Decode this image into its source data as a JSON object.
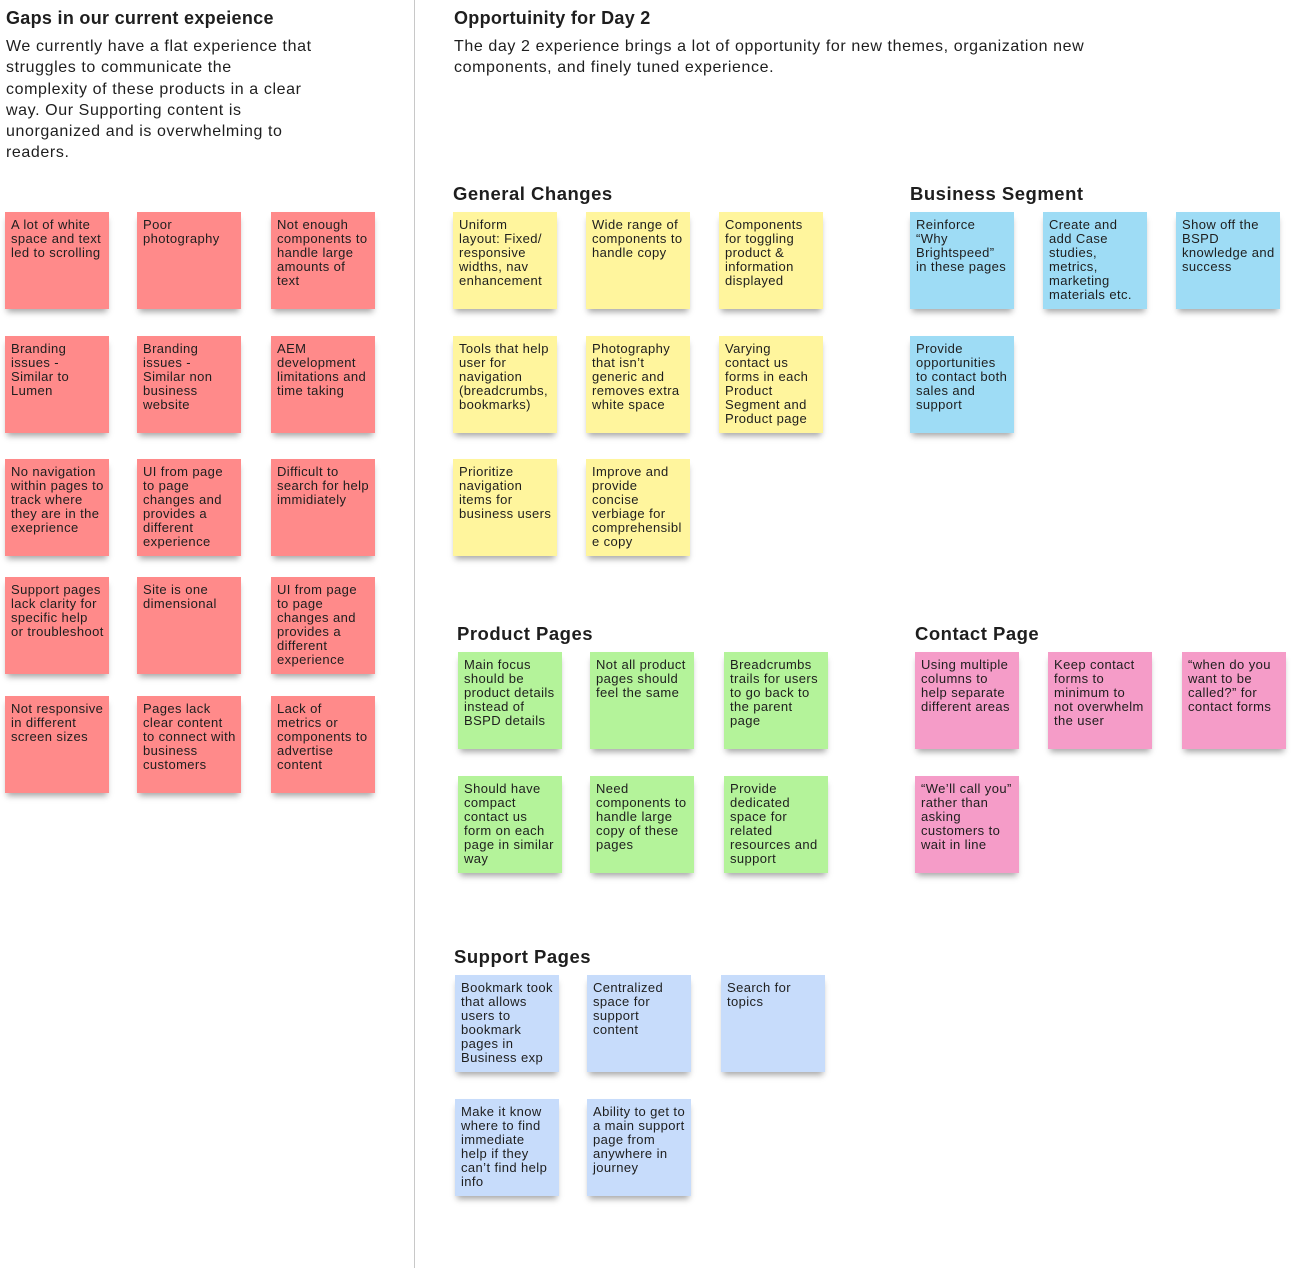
{
  "colors": {
    "red": "#ff8a8a",
    "yellow": "#fff59d",
    "cyan": "#9edcf5",
    "green": "#b4f39a",
    "pink": "#f59cc8",
    "blue": "#c7dcfb"
  },
  "left_panel": {
    "title": "Gaps in our current expeience",
    "body": "We currently have a flat experience that struggles to communicate the complexity of these products in a clear way. Our Supporting content is unorganized and is overwhelming to readers.",
    "notes": [
      "A lot of white space and text led to scrolling",
      "Poor photography",
      "Not enough components to handle large amounts of text",
      "Branding issues - Similar to Lumen",
      "Branding issues - Similar non business website",
      "AEM development limitations and time taking",
      "No navigation within pages to track where they are in the exeprience",
      "UI from page to page changes and provides a different experience",
      "Difficult to search for help immidiately",
      "Support pages lack clarity for specific help or troubleshoot",
      "Site is one dimensional",
      "UI from page to page changes and provides a different experience",
      "Not responsive in different screen sizes",
      "Pages lack clear content to connect with business customers",
      "Lack of metrics or components to advertise content"
    ]
  },
  "right_panel": {
    "title": "Opportuinity for Day 2",
    "body": "The day 2 experience brings a lot of opportunity for new themes, organization new components, and finely tuned experience."
  },
  "sections": {
    "general_changes": {
      "title": "General Changes",
      "notes": [
        "Uniform layout: Fixed/ responsive widths, nav enhancement",
        "Wide range of components to handle copy",
        "Components for toggling product & information displayed",
        "Tools that help user for navigation (breadcrumbs, bookmarks)",
        "Photography that isn’t generic and removes extra white space",
        "Varying contact us forms in each Product Segment and Product page",
        "Prioritize navigation items for business users",
        "Improve and provide concise verbiage for comprehensible copy"
      ]
    },
    "business_segment": {
      "title": "Business Segment",
      "notes": [
        "Reinforce “Why Brightspeed” in these pages",
        "Create and add Case studies, metrics, marketing materials etc.",
        "Show off the BSPD knowledge and success",
        "Provide opportunities to contact both sales and support"
      ]
    },
    "product_pages": {
      "title": "Product Pages",
      "notes": [
        "Main focus should be product details instead of BSPD details",
        "Not all product pages should feel the same",
        "Breadcrumbs trails for users to go back to the parent page",
        "Should have compact contact us form on each page in similar way",
        "Need components to handle large copy of these pages",
        "Provide dedicated space for related resources and support"
      ]
    },
    "contact_page": {
      "title": "Contact Page",
      "notes": [
        "Using multiple columns to help separate different areas",
        "Keep contact forms to minimum to not overwhelm the user",
        "“when do you want to be called?” for contact forms",
        "“We’ll call you” rather than asking customers to wait in line"
      ]
    },
    "support_pages": {
      "title": "Support Pages",
      "notes": [
        "Bookmark took that allows users to bookmark pages in Business exp",
        "Centralized space for support content",
        "Search for topics",
        "Make it know where to find immediate help if they can’t find help info",
        "Ability to get to a main support page from anywhere in journey"
      ]
    }
  }
}
